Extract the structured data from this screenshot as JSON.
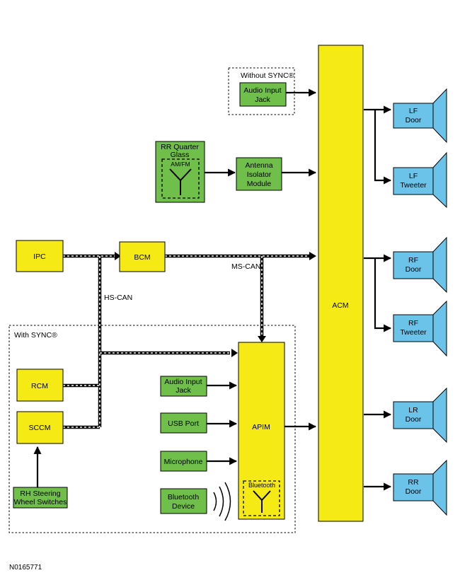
{
  "frames": {
    "without_sync": "Without SYNC®",
    "with_sync": "With SYNC®"
  },
  "modules": {
    "acm": "ACM",
    "apim": "APIM",
    "ipc": "IPC",
    "bcm": "BCM",
    "rcm": "RCM",
    "sccm": "SCCM"
  },
  "inputs": {
    "audio_jack_top": [
      "Audio Input",
      "Jack"
    ],
    "rr_quarter_glass": [
      "RR Quarter",
      "Glass"
    ],
    "am_fm": "AM/FM",
    "antenna_isolator": [
      "Antenna",
      "Isolator",
      "Module"
    ],
    "audio_jack_sync": [
      "Audio Input",
      "Jack"
    ],
    "usb_port": "USB Port",
    "microphone": "Microphone",
    "bluetooth_device": [
      "Bluetooth",
      "Device"
    ],
    "bluetooth_antenna": "Bluetooth",
    "rh_steering": [
      "RH Steering",
      "Wheel Switches"
    ]
  },
  "speakers": {
    "lf_door": [
      "LF",
      "Door"
    ],
    "lf_tweeter": [
      "LF",
      "Tweeter"
    ],
    "rf_door": [
      "RF",
      "Door"
    ],
    "rf_tweeter": [
      "RF",
      "Tweeter"
    ],
    "lr_door": [
      "LR",
      "Door"
    ],
    "rr_door": [
      "RR",
      "Door"
    ]
  },
  "buses": {
    "hs_can": "HS-CAN",
    "ms_can": "MS-CAN"
  },
  "figure_id": "N0165771",
  "colors": {
    "module_yellow": "#f5ea14",
    "input_green": "#6fbf4a",
    "speaker_blue": "#6cc3ea"
  }
}
